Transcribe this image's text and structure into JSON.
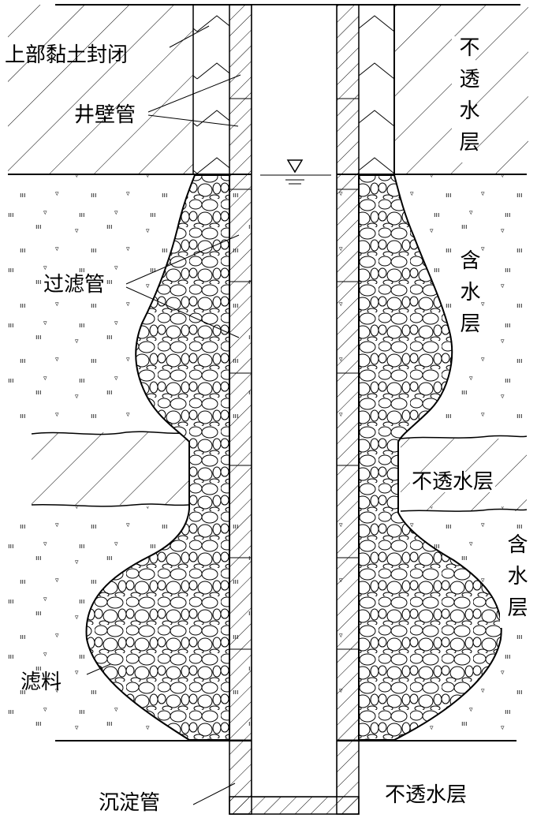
{
  "labels": {
    "top_clay_seal": "上部黏土封闭",
    "wall_pipe": "井壁管",
    "filter_pipe": "过滤管",
    "filter_material": "滤料",
    "settling_pipe": "沉淀管",
    "impermeable_top": "不透水层",
    "impermeable_mid": "不透水层",
    "impermeable_bottom": "不透水层",
    "aquifer_upper": "含水层",
    "aquifer_lower": "含水层"
  },
  "colors": {
    "line": "#000000",
    "background": "#ffffff"
  },
  "icons": {
    "water_level": "water-level-icon"
  }
}
